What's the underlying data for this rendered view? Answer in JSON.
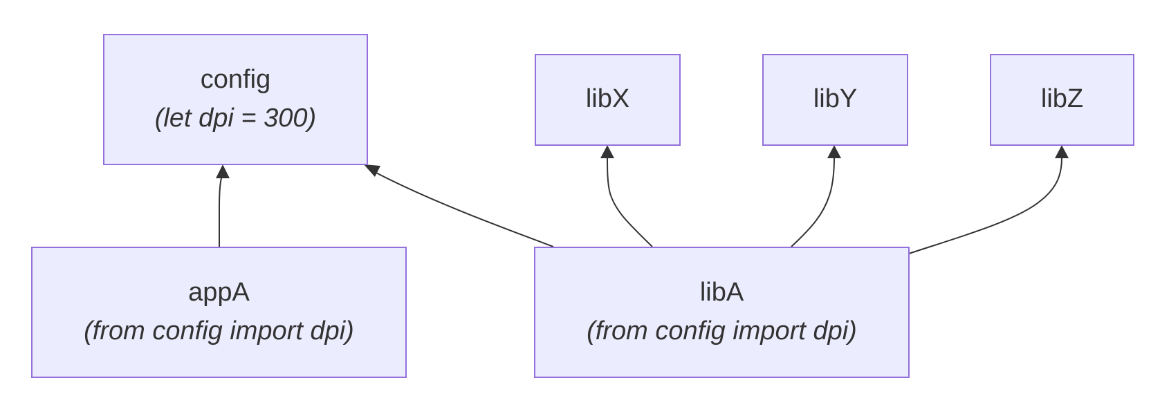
{
  "diagram": {
    "nodes": {
      "config": {
        "title": "config",
        "subtitle": "(let dpi = 300)"
      },
      "libX": {
        "title": "libX"
      },
      "libY": {
        "title": "libY"
      },
      "libZ": {
        "title": "libZ"
      },
      "appA": {
        "title": "appA",
        "subtitle": "(from config import dpi)"
      },
      "libA": {
        "title": "libA",
        "subtitle": "(from config import dpi)"
      }
    },
    "edges": [
      {
        "from": "appA",
        "to": "config"
      },
      {
        "from": "libA",
        "to": "config"
      },
      {
        "from": "libA",
        "to": "libX"
      },
      {
        "from": "libA",
        "to": "libY"
      },
      {
        "from": "libA",
        "to": "libZ"
      }
    ],
    "colors": {
      "node_fill": "#ececff",
      "node_border": "#9370db",
      "text": "#333333",
      "edge": "#333333"
    }
  }
}
